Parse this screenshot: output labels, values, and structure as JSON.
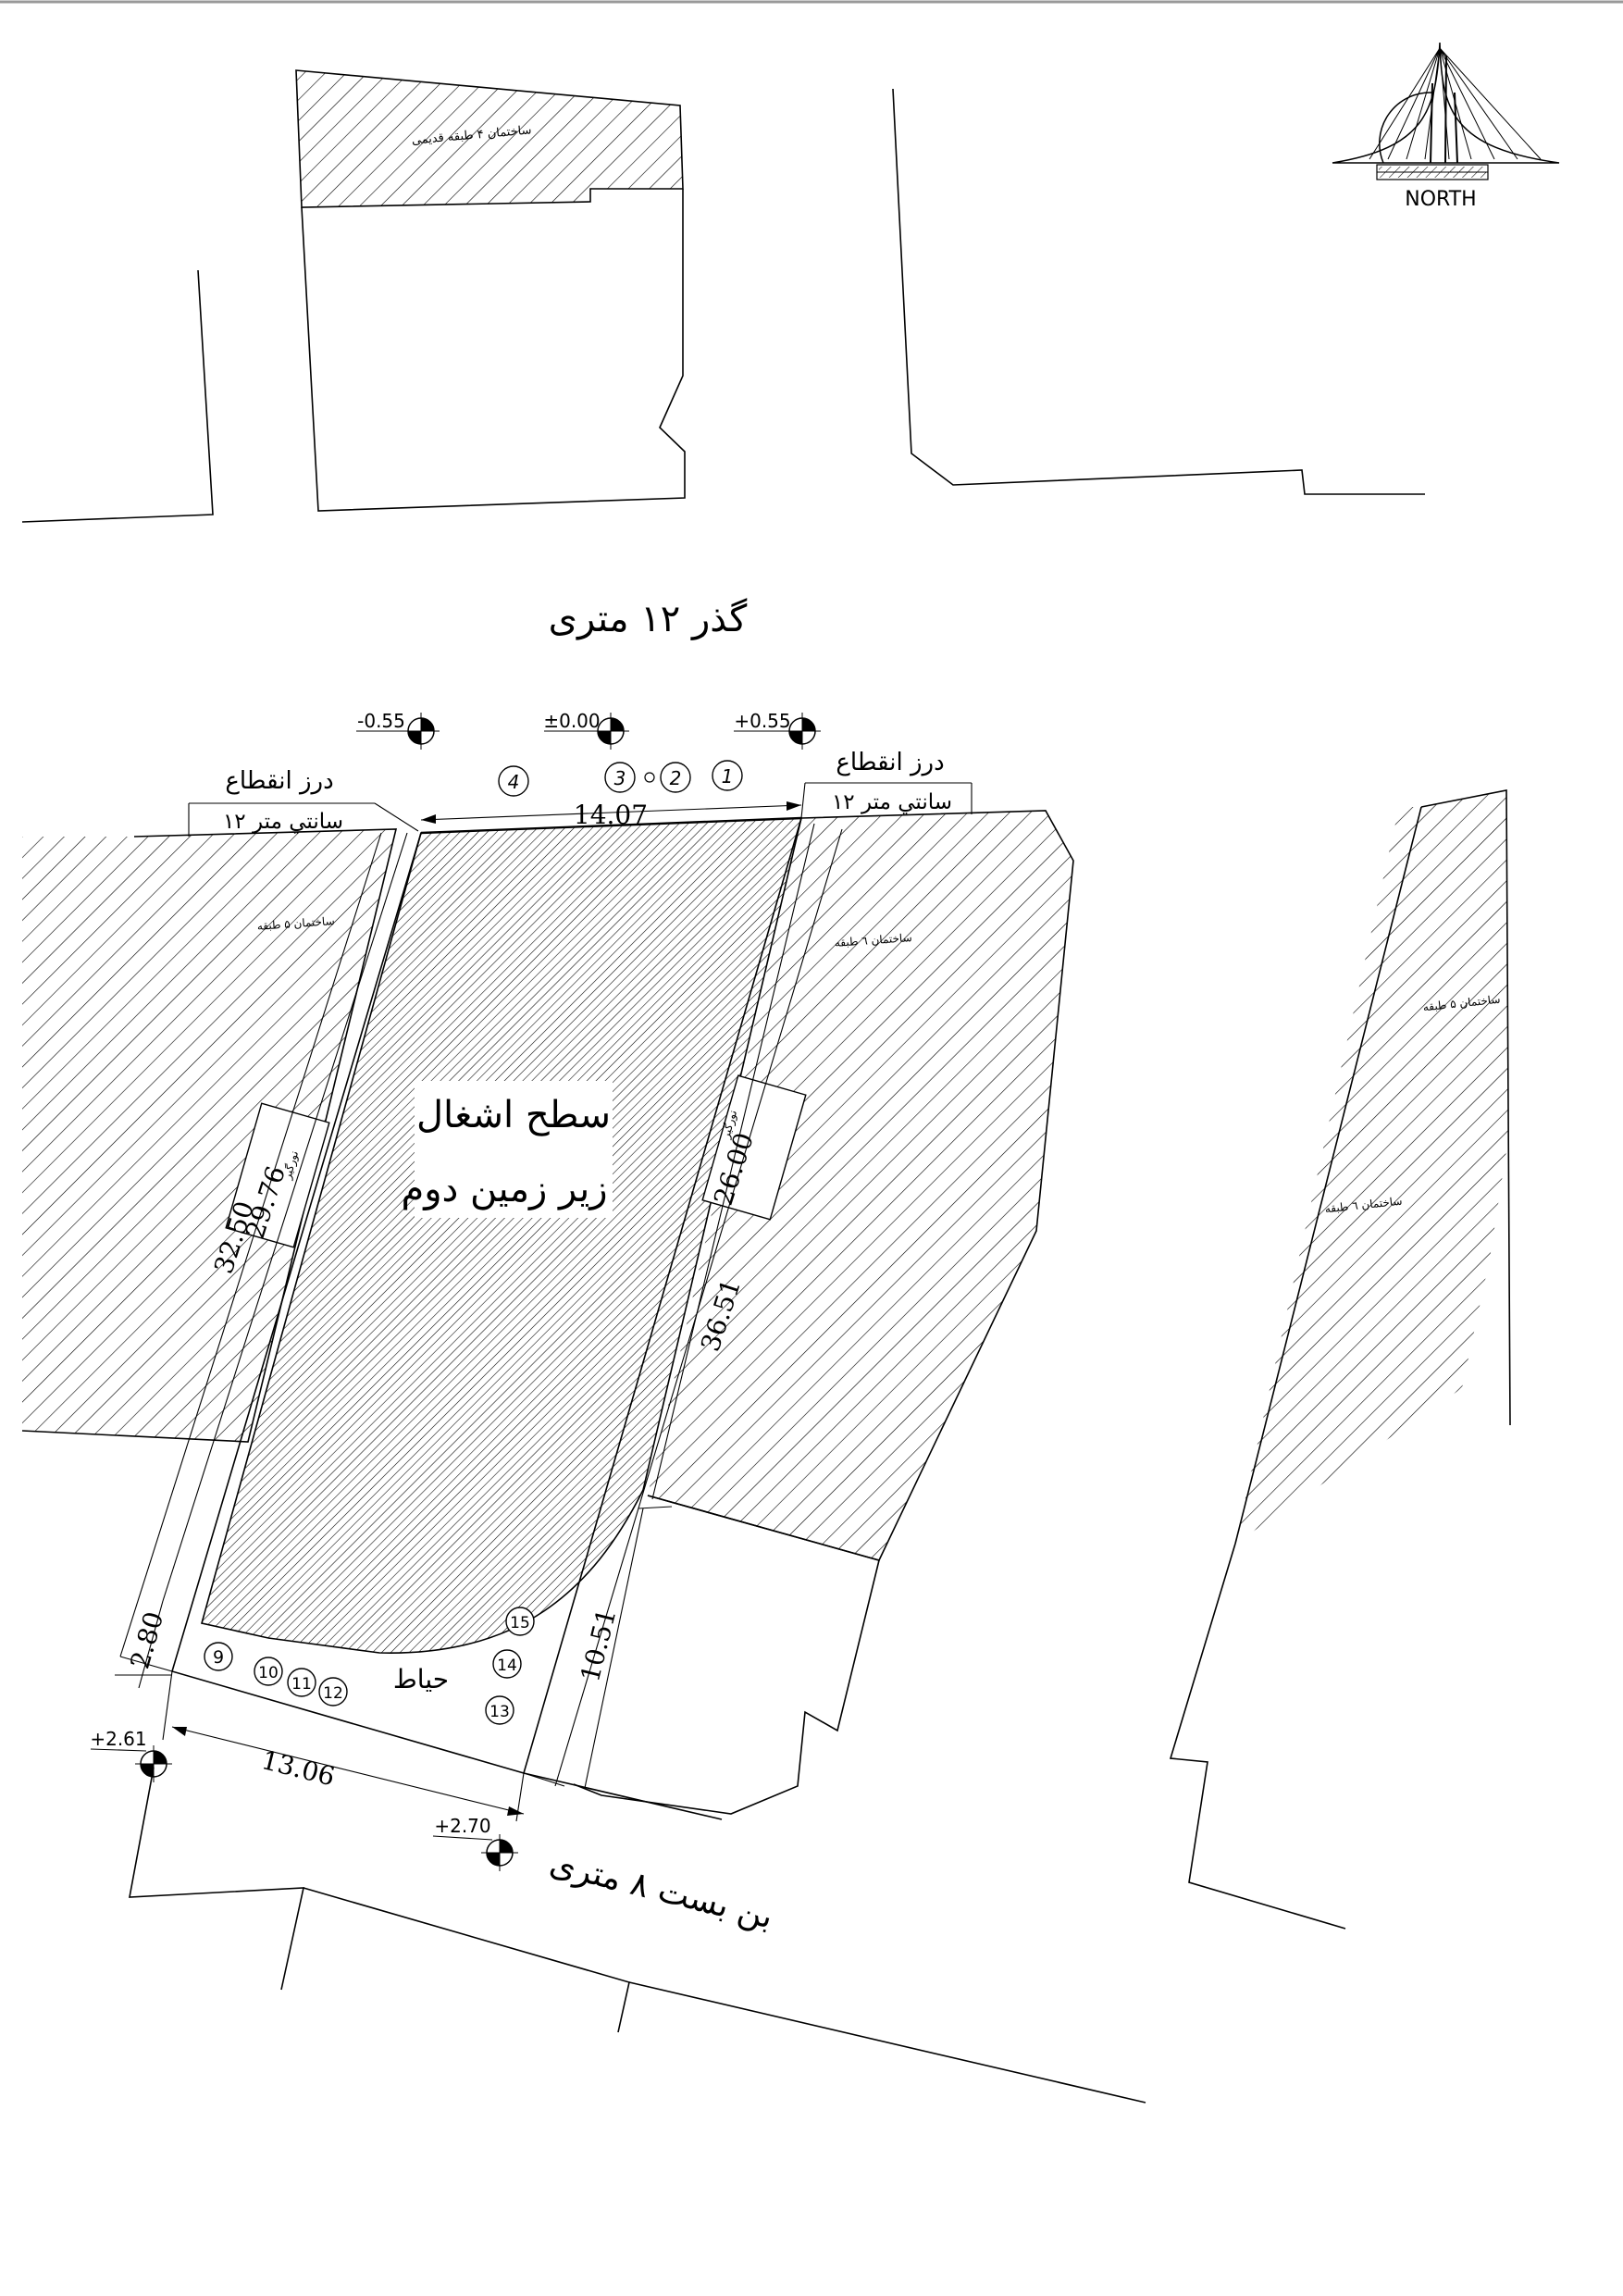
{
  "north": {
    "label": "NORTH"
  },
  "streets": {
    "north_street": "گذر ۱۲ متری",
    "dead_end": "بن بست ۸ متری"
  },
  "buildings": {
    "top_old": "ساختمان ۴ طبقه قدیمی",
    "left_5": "ساختمان ۵ طبقه",
    "right_6": "ساختمان ٦ طبقه",
    "far_right_5": "ساختمان ۵ طبقه",
    "far_right_6": "ساختمان ٦ طبقه"
  },
  "expansion_joint": {
    "title": "درز انقطاع",
    "size": "۱۲ سانتي متر"
  },
  "occupancy": {
    "line1": "سطح اشغال",
    "line2": "زير زمين دوم"
  },
  "yard": "حياط",
  "lightwell": "نورگير",
  "levels": {
    "l1": "-0.55",
    "l2": "±0.00",
    "l3": "+0.55",
    "l4": "+2.61",
    "l5": "+2.70"
  },
  "dimensions": {
    "top_width": "14.07",
    "bottom_width": "13.06",
    "left_outer": "32.50",
    "left_inner": "29.76",
    "right_inner": "26.00",
    "right_outer": "36.51",
    "right_lower": "10.51",
    "left_lower": "2.80"
  },
  "markers": [
    "1",
    "2",
    "3",
    "4",
    "9",
    "10",
    "11",
    "12",
    "13",
    "14",
    "15"
  ]
}
